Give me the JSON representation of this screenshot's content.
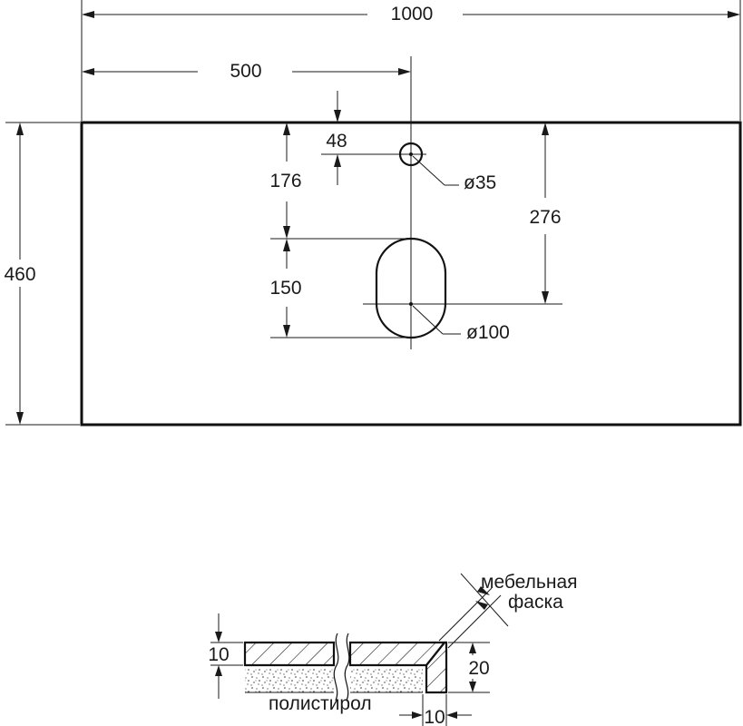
{
  "plan": {
    "overall_width": "1000",
    "half_width": "500",
    "overall_depth": "460",
    "tap_offset": "48",
    "tap_to_basin_edge": "176",
    "basin_depth": "150",
    "basin_center_offset": "276",
    "tap_hole_diameter": "ø35",
    "drain_diameter": "ø100"
  },
  "section": {
    "edge_note_line1": "мебельная",
    "edge_note_line2": "фаска",
    "top_thickness": "10",
    "front_height": "20",
    "front_thickness": "10",
    "core_material": "полистирол"
  }
}
